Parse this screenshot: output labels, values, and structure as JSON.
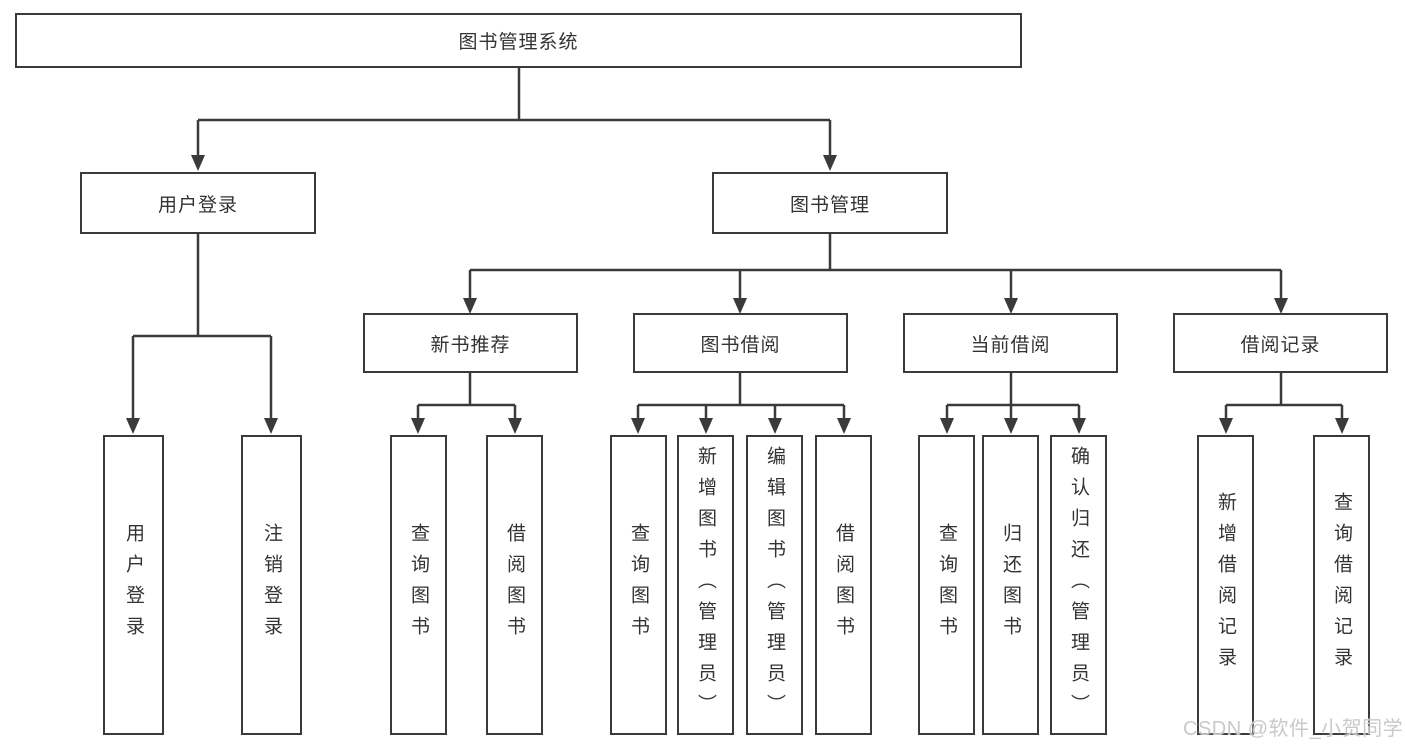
{
  "diagram": {
    "root": {
      "label": "图书管理系统"
    },
    "branches": [
      {
        "label": "用户登录",
        "children": [
          {
            "label": "用户登录"
          },
          {
            "label": "注销登录"
          }
        ]
      },
      {
        "label": "图书管理",
        "children": [
          {
            "label": "新书推荐",
            "children": [
              {
                "label": "查询图书"
              },
              {
                "label": "借阅图书"
              }
            ]
          },
          {
            "label": "图书借阅",
            "children": [
              {
                "label": "查询图书"
              },
              {
                "label": "新增图书（管理员）"
              },
              {
                "label": "编辑图书（管理员）"
              },
              {
                "label": "借阅图书"
              }
            ]
          },
          {
            "label": "当前借阅",
            "children": [
              {
                "label": "查询图书"
              },
              {
                "label": "归还图书"
              },
              {
                "label": "确认归还（管理员）"
              }
            ]
          },
          {
            "label": "借阅记录",
            "children": [
              {
                "label": "新增借阅记录"
              },
              {
                "label": "查询借阅记录"
              }
            ]
          }
        ]
      }
    ]
  },
  "watermark": {
    "text": "CSDN @软件_小贺同学"
  },
  "colors": {
    "line": "#3a3a3a",
    "box_border": "#3a3a3a",
    "box_background": "#ffffff",
    "text": "#333333",
    "watermark": "#c9c9c9"
  }
}
